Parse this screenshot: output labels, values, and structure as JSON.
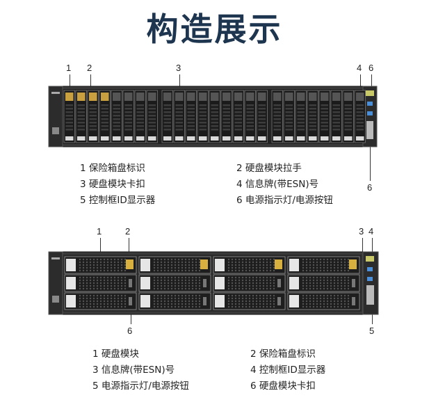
{
  "page": {
    "title": "构造展示"
  },
  "diagram1": {
    "callouts": [
      "1",
      "2",
      "3",
      "4",
      "6"
    ],
    "legend": [
      "1 保险箱盘标识",
      "2 硬盘模块拉手",
      "3 硬盘模块卡扣",
      "4 信息牌(带ESN)号",
      "5 控制框ID显示器",
      "6 电源指示灯/电源按钮"
    ],
    "bottom_callout": "6"
  },
  "diagram2": {
    "callouts": [
      "1",
      "2",
      "3",
      "4"
    ],
    "lower_callouts": [
      "6",
      "5"
    ],
    "legend": [
      "1 硬盘模块",
      "2 保险箱盘标识",
      "3 信息牌(带ESN)号",
      "4 控制框ID显示器",
      "5 电源指示灯/电源按钮",
      "6 硬盘模块卡扣"
    ]
  }
}
